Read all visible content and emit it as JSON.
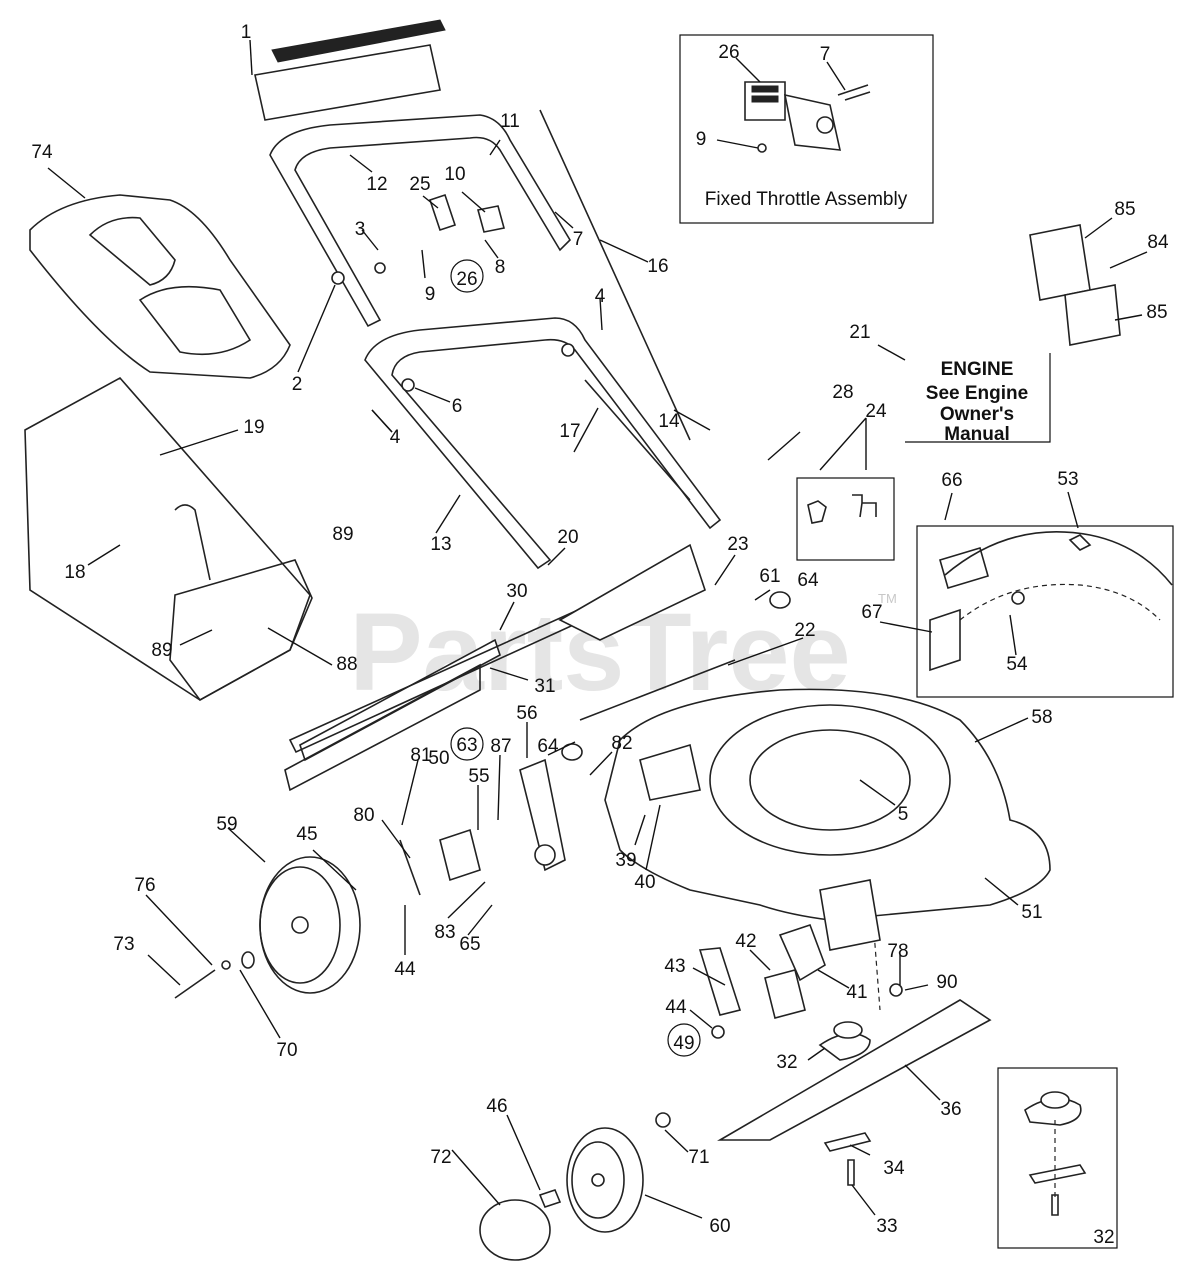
{
  "watermark": "PartsTree",
  "trademark": "TM",
  "callouts": {
    "fixed_throttle": "Fixed Throttle Assembly",
    "engine_line1": "ENGINE",
    "engine_line2": "See Engine",
    "engine_line3": "Owner's",
    "engine_line4": "Manual"
  },
  "labels": [
    "1",
    "74",
    "12",
    "11",
    "10",
    "25",
    "3",
    "26",
    "9",
    "8",
    "7",
    "16",
    "2",
    "4",
    "6",
    "21",
    "28",
    "24",
    "85",
    "84",
    "85",
    "19",
    "4",
    "14",
    "17",
    "89",
    "13",
    "18",
    "20",
    "23",
    "61",
    "64",
    "66",
    "53",
    "67",
    "54",
    "22",
    "30",
    "89",
    "88",
    "31",
    "58",
    "56",
    "63",
    "87",
    "81",
    "50",
    "64",
    "82",
    "55",
    "5",
    "59",
    "80",
    "45",
    "76",
    "73",
    "44",
    "83",
    "65",
    "39",
    "40",
    "51",
    "70",
    "43",
    "42",
    "78",
    "90",
    "41",
    "44",
    "49",
    "32",
    "36",
    "71",
    "46",
    "72",
    "60",
    "34",
    "33",
    "32",
    "26",
    "7",
    "9"
  ]
}
